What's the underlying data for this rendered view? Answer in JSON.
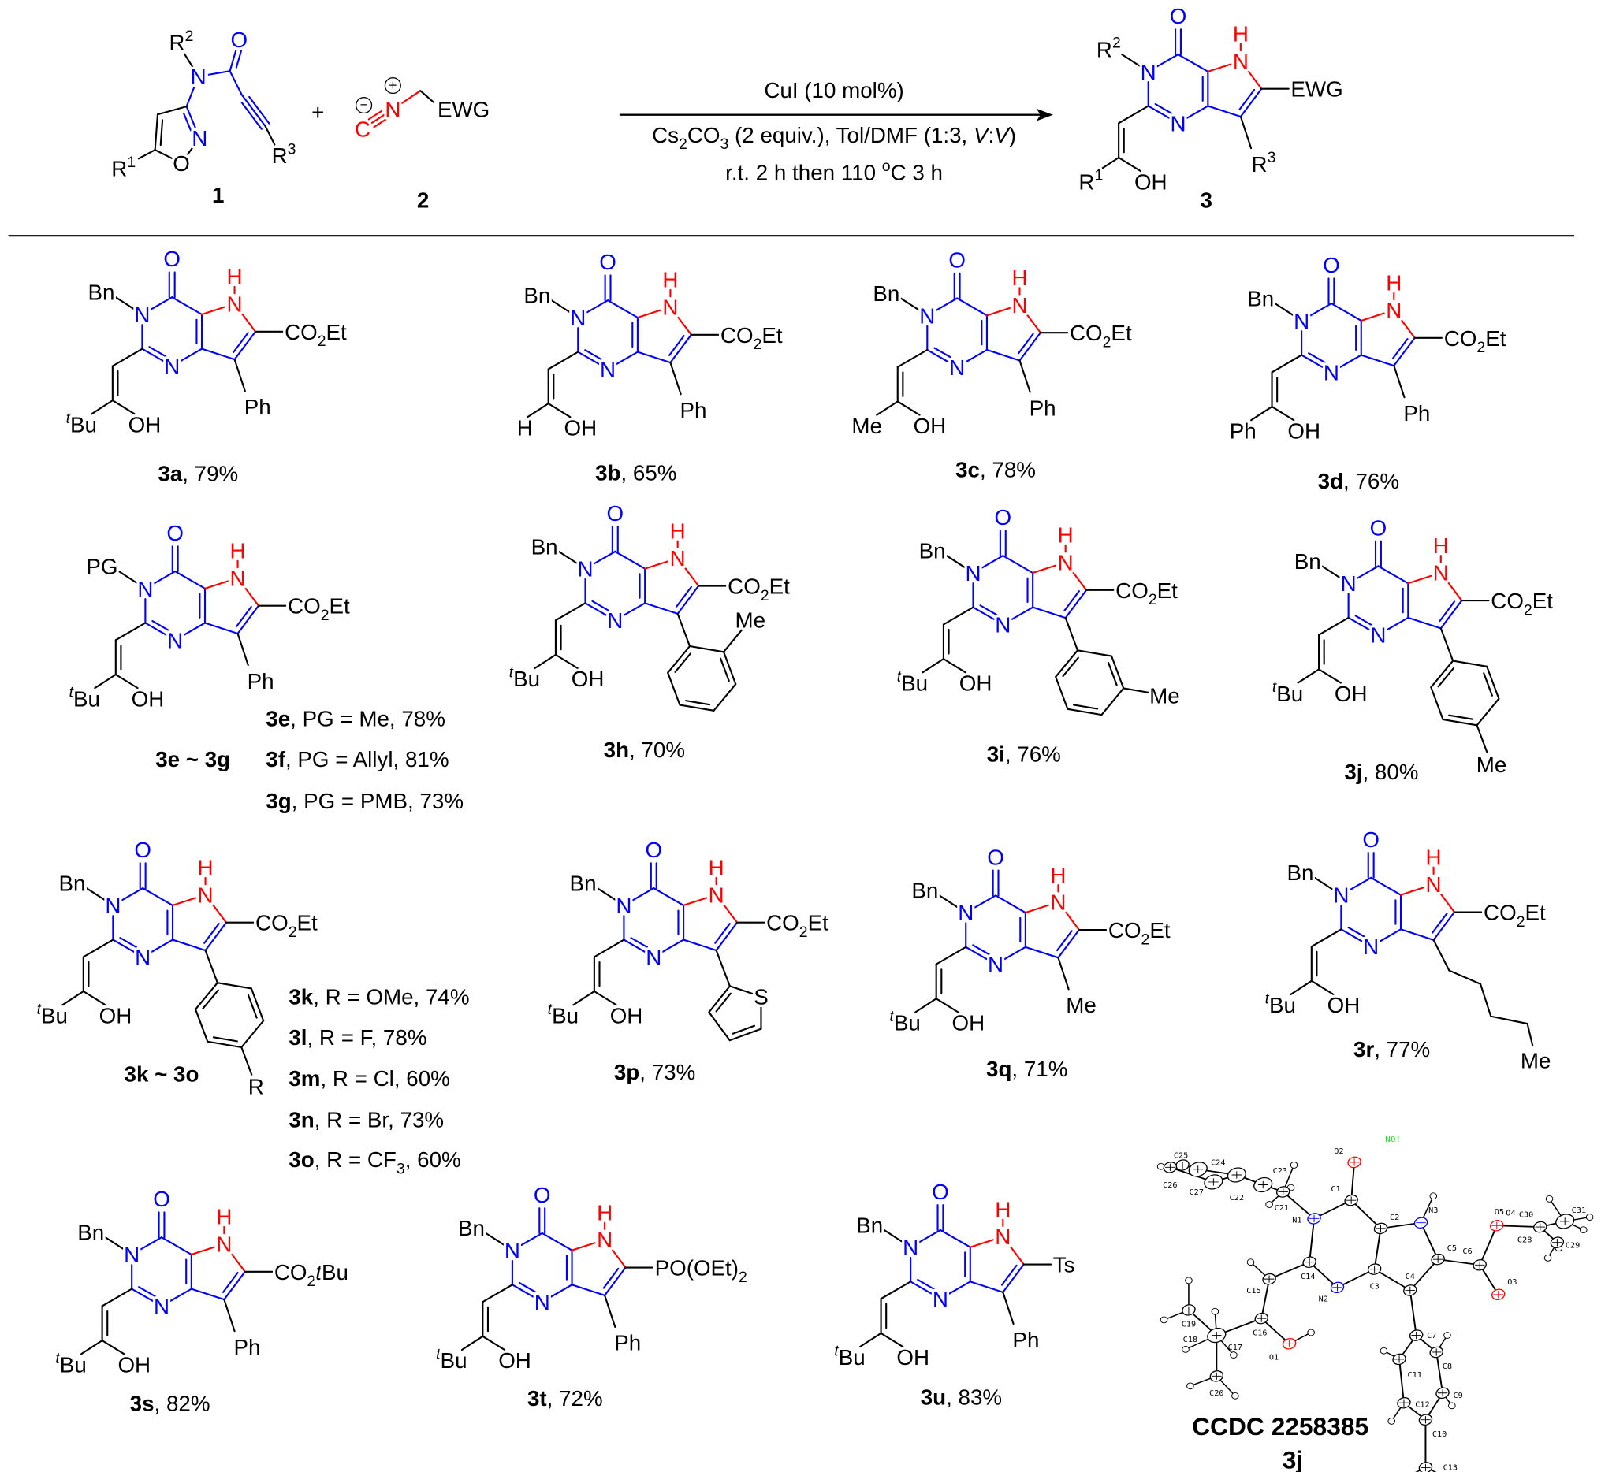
{
  "colors": {
    "ring": "#0000ff",
    "pyrrole_nh": "#ff0000",
    "bond": "#000000",
    "isocyanide": "#ff0000",
    "crystal_N": "#0000ff",
    "crystal_O": "#ff0000",
    "crystal_note": "#22dd22"
  },
  "atoms": {
    "O": "O",
    "N": "N",
    "H": "H",
    "OH": "OH",
    "C": "C"
  },
  "scheme": {
    "reactant1": {
      "R1": [
        {
          "t": "R"
        },
        {
          "t": "1",
          "s": "sup"
        }
      ],
      "R2": [
        {
          "t": "R"
        },
        {
          "t": "2",
          "s": "sup"
        }
      ],
      "R3": [
        {
          "t": "R"
        },
        {
          "t": "3",
          "s": "sup"
        }
      ],
      "number": "1"
    },
    "plus": "+",
    "reactant2": {
      "EWG": "EWG",
      "charge_minus": "−",
      "charge_plus": "+",
      "number": "2"
    },
    "conditions": {
      "line1": [
        {
          "t": "CuI (10 mol%)"
        }
      ],
      "line2": [
        {
          "t": "Cs"
        },
        {
          "t": "2",
          "s": "sub"
        },
        {
          "t": "CO"
        },
        {
          "t": "3",
          "s": "sub"
        },
        {
          "t": " (2 equiv.), Tol/DMF (1:3, "
        },
        {
          "t": "V",
          "s": "i"
        },
        {
          "t": ":"
        },
        {
          "t": "V",
          "s": "i"
        },
        {
          "t": ")"
        }
      ],
      "line3": [
        {
          "t": "r.t. 2 h then 110 "
        },
        {
          "t": "o",
          "s": "sup"
        },
        {
          "t": "C 3 h"
        }
      ]
    },
    "product": {
      "R2": [
        {
          "t": "R"
        },
        {
          "t": "2",
          "s": "sup"
        }
      ],
      "R1": [
        {
          "t": "R"
        },
        {
          "t": "1",
          "s": "sup"
        }
      ],
      "EWG": "EWG",
      "R3": {
        "type": "label",
        "text": [
          {
            "t": "R"
          },
          {
            "t": "3",
            "s": "sup"
          }
        ]
      },
      "number": "3"
    }
  },
  "compounds": [
    {
      "id": "3a",
      "yield": [
        {
          "t": "3a",
          "s": "b"
        },
        {
          "t": ", 79%"
        }
      ],
      "R2": "Bn",
      "R1": [
        {
          "t": "t",
          "s": "supi"
        },
        {
          "t": "Bu"
        }
      ],
      "EWG": [
        {
          "t": "CO"
        },
        {
          "t": "2",
          "s": "sub"
        },
        {
          "t": "Et"
        }
      ],
      "R3": {
        "type": "label",
        "text": "Ph"
      }
    },
    {
      "id": "3b",
      "yield": [
        {
          "t": "3b",
          "s": "b"
        },
        {
          "t": ", 65%"
        }
      ],
      "R2": "Bn",
      "R1": "H",
      "EWG": [
        {
          "t": "CO"
        },
        {
          "t": "2",
          "s": "sub"
        },
        {
          "t": "Et"
        }
      ],
      "R3": {
        "type": "label",
        "text": "Ph"
      }
    },
    {
      "id": "3c",
      "yield": [
        {
          "t": "3c",
          "s": "b"
        },
        {
          "t": ", 78%"
        }
      ],
      "R2": "Bn",
      "R1": "Me",
      "EWG": [
        {
          "t": "CO"
        },
        {
          "t": "2",
          "s": "sub"
        },
        {
          "t": "Et"
        }
      ],
      "R3": {
        "type": "label",
        "text": "Ph"
      }
    },
    {
      "id": "3d",
      "yield": [
        {
          "t": "3d",
          "s": "b"
        },
        {
          "t": ", 76%"
        }
      ],
      "R2": "Bn",
      "R1": "Ph",
      "EWG": [
        {
          "t": "CO"
        },
        {
          "t": "2",
          "s": "sub"
        },
        {
          "t": "Et"
        }
      ],
      "R3": {
        "type": "label",
        "text": "Ph"
      }
    },
    {
      "id": "3e",
      "yield": null,
      "R2": "PG",
      "R1": [
        {
          "t": "t",
          "s": "supi"
        },
        {
          "t": "Bu"
        }
      ],
      "EWG": [
        {
          "t": "CO"
        },
        {
          "t": "2",
          "s": "sub"
        },
        {
          "t": "Et"
        }
      ],
      "R3": {
        "type": "label",
        "text": "Ph"
      }
    },
    {
      "id": "3h",
      "yield": [
        {
          "t": "3h",
          "s": "b"
        },
        {
          "t": ", 70%"
        }
      ],
      "R2": "Bn",
      "R1": [
        {
          "t": "t",
          "s": "supi"
        },
        {
          "t": "Bu"
        }
      ],
      "EWG": [
        {
          "t": "CO"
        },
        {
          "t": "2",
          "s": "sub"
        },
        {
          "t": "Et"
        }
      ],
      "R3": {
        "type": "aryl",
        "position": "ortho",
        "substituent": "Me"
      }
    },
    {
      "id": "3i",
      "yield": [
        {
          "t": "3i",
          "s": "b"
        },
        {
          "t": ", 76%"
        }
      ],
      "R2": "Bn",
      "R1": [
        {
          "t": "t",
          "s": "supi"
        },
        {
          "t": "Bu"
        }
      ],
      "EWG": [
        {
          "t": "CO"
        },
        {
          "t": "2",
          "s": "sub"
        },
        {
          "t": "Et"
        }
      ],
      "R3": {
        "type": "aryl",
        "position": "meta",
        "substituent": "Me"
      }
    },
    {
      "id": "3j",
      "yield": [
        {
          "t": "3j",
          "s": "b"
        },
        {
          "t": ", 80%"
        }
      ],
      "R2": "Bn",
      "R1": [
        {
          "t": "t",
          "s": "supi"
        },
        {
          "t": "Bu"
        }
      ],
      "EWG": [
        {
          "t": "CO"
        },
        {
          "t": "2",
          "s": "sub"
        },
        {
          "t": "Et"
        }
      ],
      "R3": {
        "type": "aryl",
        "position": "para",
        "substituent": "Me"
      }
    },
    {
      "id": "3k",
      "yield": null,
      "R2": "Bn",
      "R1": [
        {
          "t": "t",
          "s": "supi"
        },
        {
          "t": "Bu"
        }
      ],
      "EWG": [
        {
          "t": "CO"
        },
        {
          "t": "2",
          "s": "sub"
        },
        {
          "t": "Et"
        }
      ],
      "R3": {
        "type": "aryl",
        "position": "para",
        "substituent": "R"
      }
    },
    {
      "id": "3p",
      "yield": [
        {
          "t": "3p",
          "s": "b"
        },
        {
          "t": ", 73%"
        }
      ],
      "R2": "Bn",
      "R1": [
        {
          "t": "t",
          "s": "supi"
        },
        {
          "t": "Bu"
        }
      ],
      "EWG": [
        {
          "t": "CO"
        },
        {
          "t": "2",
          "s": "sub"
        },
        {
          "t": "Et"
        }
      ],
      "R3": {
        "type": "thienyl",
        "heteroatom": "S"
      }
    },
    {
      "id": "3q",
      "yield": [
        {
          "t": "3q",
          "s": "b"
        },
        {
          "t": ", 71%"
        }
      ],
      "R2": "Bn",
      "R1": [
        {
          "t": "t",
          "s": "supi"
        },
        {
          "t": "Bu"
        }
      ],
      "EWG": [
        {
          "t": "CO"
        },
        {
          "t": "2",
          "s": "sub"
        },
        {
          "t": "Et"
        }
      ],
      "R3": {
        "type": "label",
        "text": "Me"
      }
    },
    {
      "id": "3r",
      "yield": [
        {
          "t": "3r",
          "s": "b"
        },
        {
          "t": ", 77%"
        }
      ],
      "R2": "Bn",
      "R1": [
        {
          "t": "t",
          "s": "supi"
        },
        {
          "t": "Bu"
        }
      ],
      "EWG": [
        {
          "t": "CO"
        },
        {
          "t": "2",
          "s": "sub"
        },
        {
          "t": "Et"
        }
      ],
      "R3": {
        "type": "pentyl",
        "terminal": "Me"
      }
    },
    {
      "id": "3s",
      "yield": [
        {
          "t": "3s",
          "s": "b"
        },
        {
          "t": ", 82%"
        }
      ],
      "R2": "Bn",
      "R1": [
        {
          "t": "t",
          "s": "supi"
        },
        {
          "t": "Bu"
        }
      ],
      "EWG": [
        {
          "t": "CO"
        },
        {
          "t": "2",
          "s": "sub"
        },
        {
          "t": "t",
          "s": "i"
        },
        {
          "t": "Bu"
        }
      ],
      "R3": {
        "type": "label",
        "text": "Ph"
      }
    },
    {
      "id": "3t",
      "yield": [
        {
          "t": "3t",
          "s": "b"
        },
        {
          "t": ", 72%"
        }
      ],
      "R2": "Bn",
      "R1": [
        {
          "t": "t",
          "s": "supi"
        },
        {
          "t": "Bu"
        }
      ],
      "EWG": [
        {
          "t": "PO(OEt)"
        },
        {
          "t": "2",
          "s": "sub"
        }
      ],
      "R3": {
        "type": "label",
        "text": "Ph"
      }
    },
    {
      "id": "3u",
      "yield": [
        {
          "t": "3u",
          "s": "b"
        },
        {
          "t": ", 83%"
        }
      ],
      "R2": "Bn",
      "R1": [
        {
          "t": "t",
          "s": "supi"
        },
        {
          "t": "Bu"
        }
      ],
      "EWG": "Ts",
      "R3": {
        "type": "label",
        "text": "Ph"
      }
    }
  ],
  "groups": [
    {
      "label": [
        {
          "t": "3e ~ 3g",
          "s": "b"
        }
      ],
      "variants": [
        [
          {
            "t": "3e",
            "s": "b"
          },
          {
            "t": ", PG = Me, 78%"
          }
        ],
        [
          {
            "t": "3f",
            "s": "b"
          },
          {
            "t": ", PG = Allyl, 81%"
          }
        ],
        [
          {
            "t": "3g",
            "s": "b"
          },
          {
            "t": ", PG = PMB, 73%"
          }
        ]
      ]
    },
    {
      "label": [
        {
          "t": "3k ~ 3o",
          "s": "b"
        }
      ],
      "variants": [
        [
          {
            "t": "3k",
            "s": "b"
          },
          {
            "t": ", R = OMe, 74%"
          }
        ],
        [
          {
            "t": "3l",
            "s": "b"
          },
          {
            "t": ", R = F, 78%"
          }
        ],
        [
          {
            "t": "3m",
            "s": "b"
          },
          {
            "t": ", R = Cl, 60%"
          }
        ],
        [
          {
            "t": "3n",
            "s": "b"
          },
          {
            "t": ", R = Br, 73%"
          }
        ],
        [
          {
            "t": "3o",
            "s": "b"
          },
          {
            "t": ", R = CF"
          },
          {
            "t": "3",
            "s": "sub"
          },
          {
            "t": ", 60%"
          }
        ]
      ]
    }
  ],
  "crystal": {
    "ccdc": "CCDC 2258385",
    "compound": "3j",
    "note": "N0!",
    "atom_labels": [
      "C25",
      "C24",
      "C26",
      "C27",
      "C22",
      "C23",
      "C21",
      "O2",
      "C1",
      "N1",
      "C2",
      "N3",
      "O5",
      "O4",
      "C30",
      "C31",
      "C28",
      "C29",
      "C5",
      "C6",
      "O3",
      "C14",
      "C15",
      "N2",
      "C3",
      "C4",
      "C19",
      "C18",
      "C16",
      "C17",
      "O1",
      "C7",
      "C8",
      "C11",
      "C9",
      "C12",
      "C10",
      "C13",
      "C20"
    ]
  }
}
